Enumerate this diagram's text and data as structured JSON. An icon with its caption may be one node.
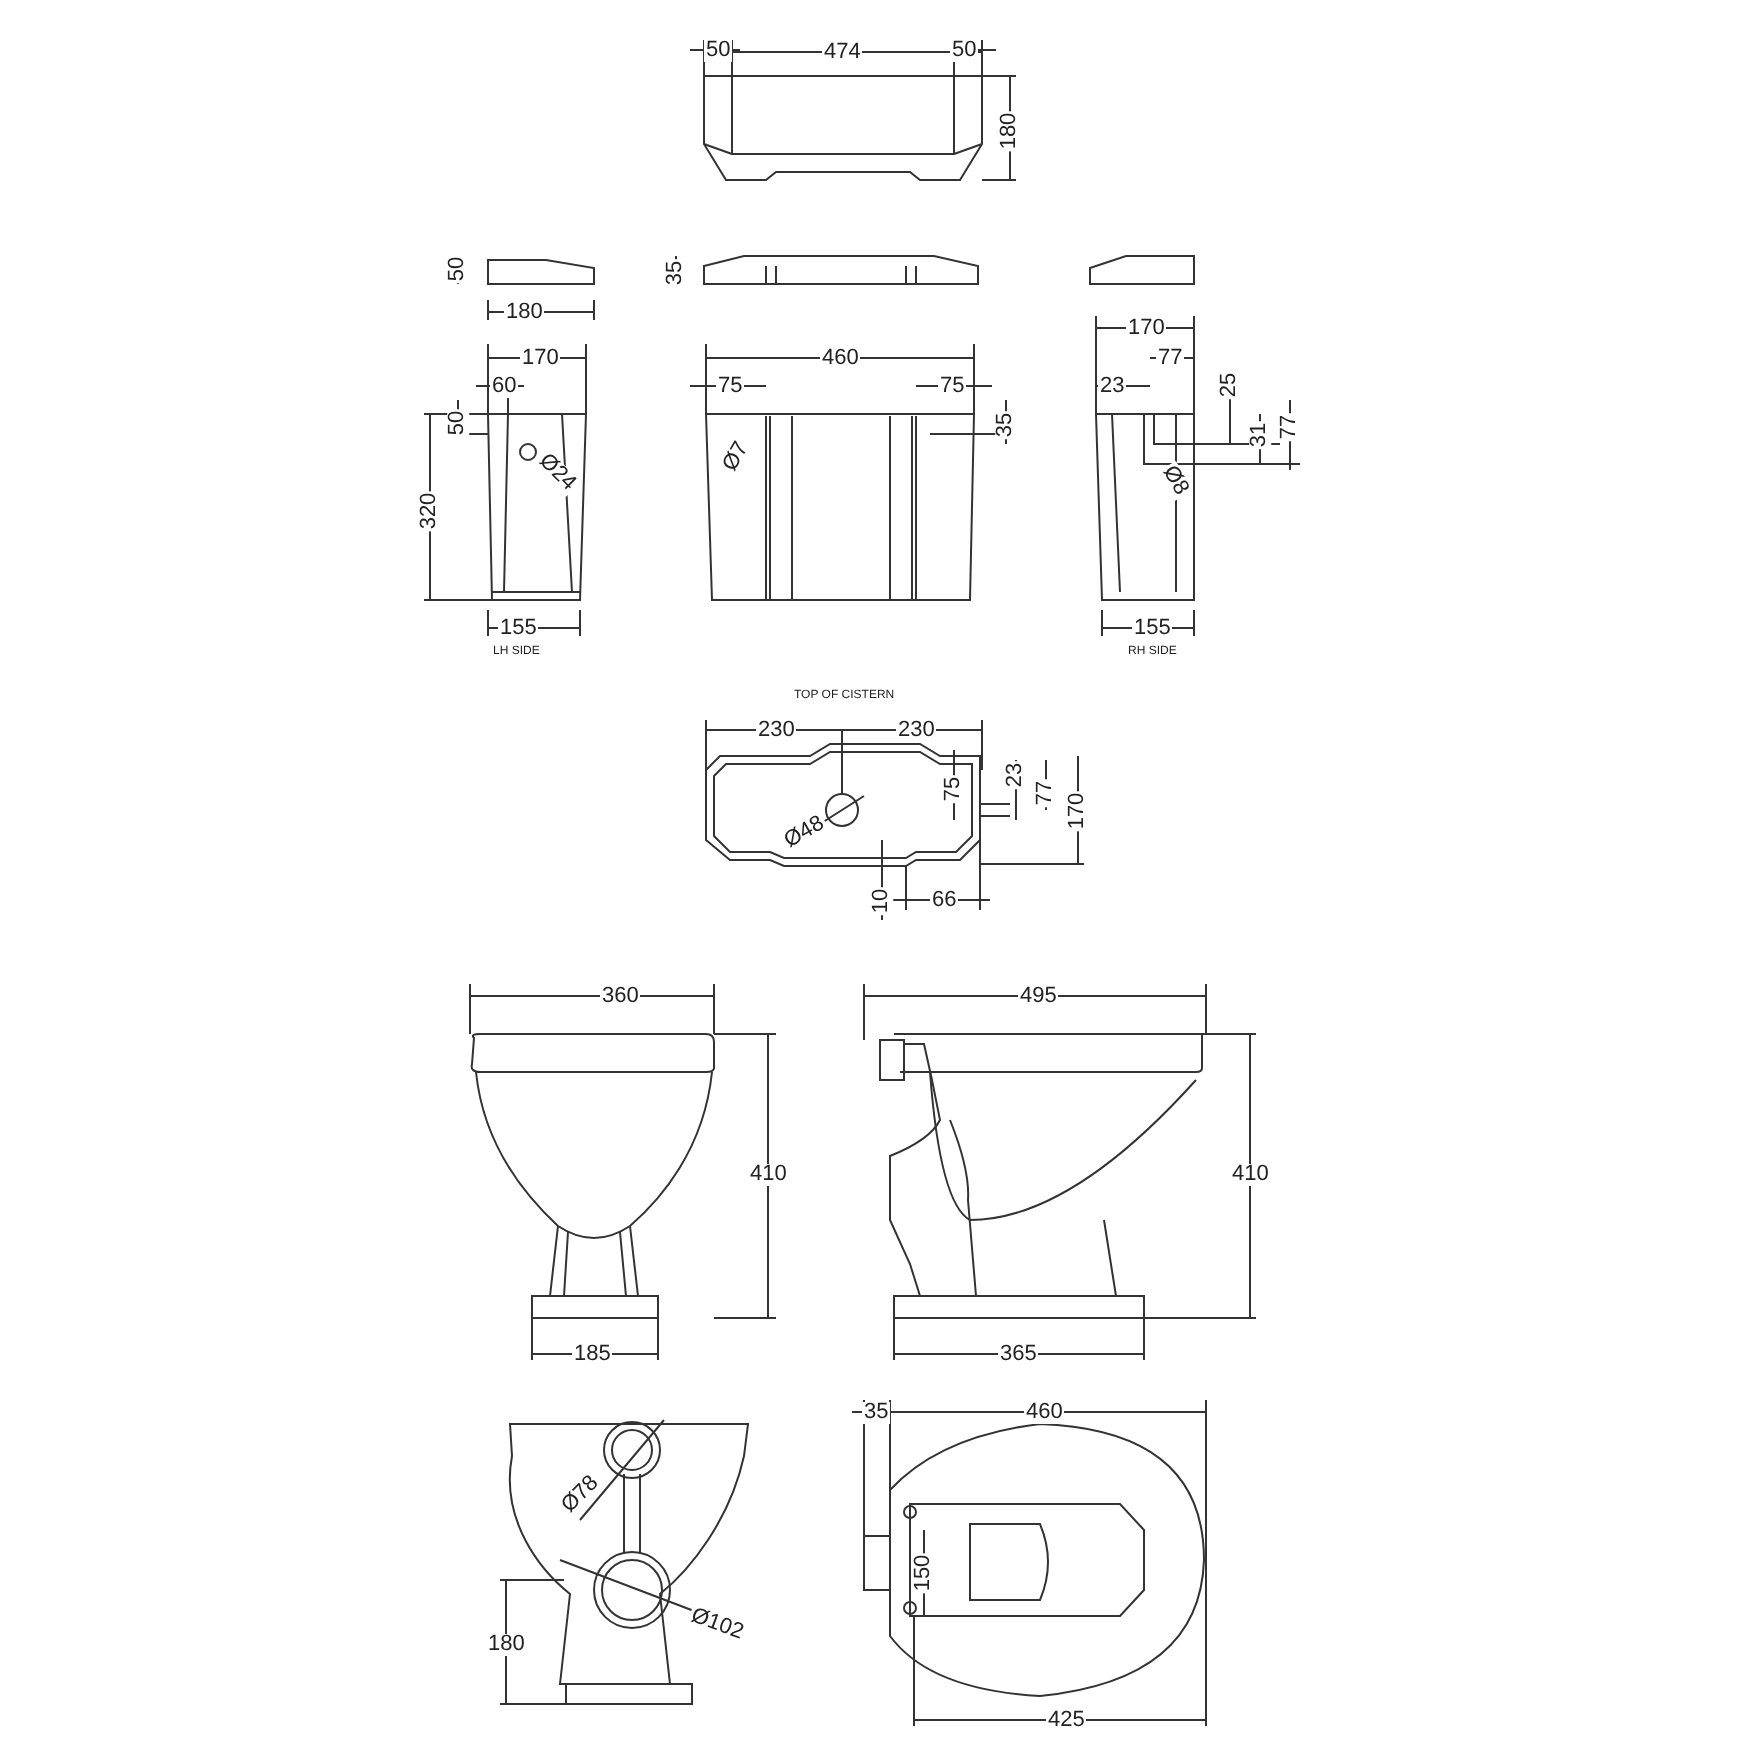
{
  "diagram": {
    "labels": [
      "50",
      "474",
      "50",
      "180",
      "50",
      "180",
      "35",
      "170",
      "460",
      "170",
      "60",
      "75",
      "75",
      "77",
      "23",
      "25",
      "50",
      "35",
      "31",
      "77",
      "Ø24",
      "Ø7",
      "Ø8",
      "320",
      "155",
      "155",
      "LH SIDE",
      "RH SIDE",
      "TOP OF CISTERN",
      "230",
      "230",
      "75",
      "23",
      "77",
      "170",
      "Ø48",
      "10",
      "66",
      "360",
      "495",
      "410",
      "410",
      "185",
      "365",
      "35",
      "460",
      "Ø78",
      "150",
      "Ø102",
      "180",
      "425"
    ]
  }
}
